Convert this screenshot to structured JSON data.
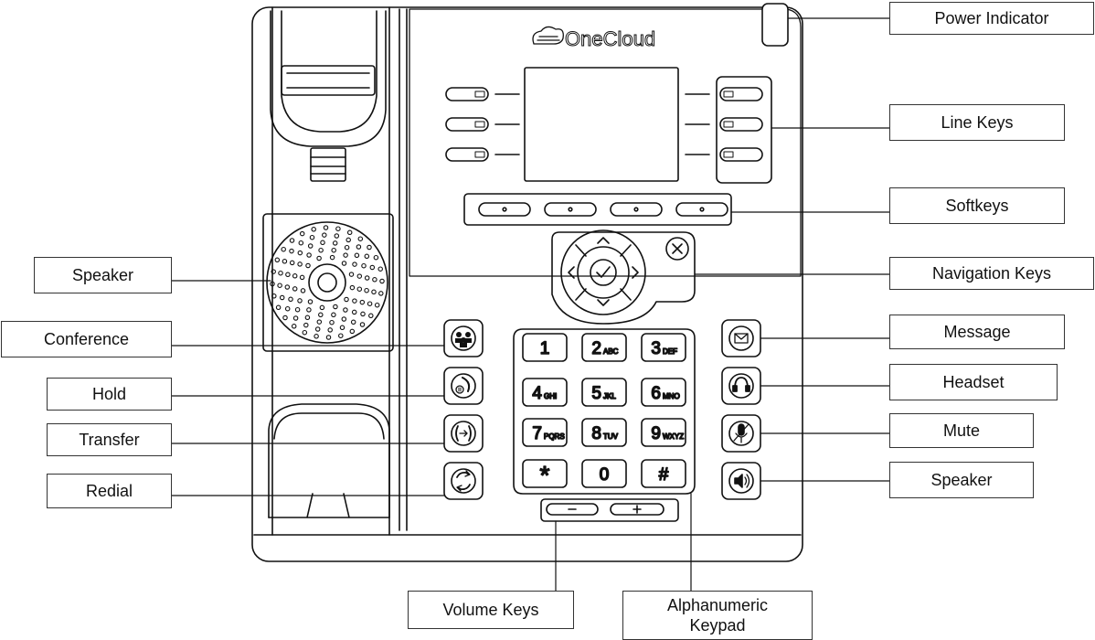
{
  "brand": {
    "logo_text": "OneCloud"
  },
  "callouts": {
    "power_indicator": "Power Indicator",
    "line_keys": "Line Keys",
    "softkeys": "Softkeys",
    "navigation_keys": "Navigation Keys",
    "message": "Message",
    "headset": "Headset",
    "mute": "Mute",
    "speaker_right": "Speaker",
    "speaker_left": "Speaker",
    "conference": "Conference",
    "hold": "Hold",
    "transfer": "Transfer",
    "redial": "Redial",
    "volume_keys": "Volume Keys",
    "alphanumeric_keypad": "Alphanumeric\nKeypad"
  },
  "keypad": {
    "keys": [
      {
        "digit": "1",
        "letters": ""
      },
      {
        "digit": "2",
        "letters": "ABC"
      },
      {
        "digit": "3",
        "letters": "DEF"
      },
      {
        "digit": "4",
        "letters": "GHI"
      },
      {
        "digit": "5",
        "letters": "JKL"
      },
      {
        "digit": "6",
        "letters": "MNO"
      },
      {
        "digit": "7",
        "letters": "PQRS"
      },
      {
        "digit": "8",
        "letters": "TUV"
      },
      {
        "digit": "9",
        "letters": "WXYZ"
      },
      {
        "digit": "*",
        "letters": ""
      },
      {
        "digit": "0",
        "letters": ""
      },
      {
        "digit": "#",
        "letters": ""
      }
    ]
  },
  "volume": {
    "minus_label": "−",
    "plus_label": "+"
  },
  "icons": {
    "conference": "conference-icon",
    "hold": "hold-icon",
    "transfer": "transfer-icon",
    "redial": "redial-icon",
    "message": "envelope-icon",
    "headset": "headset-icon",
    "mute": "mute-microphone-icon",
    "speaker": "speaker-volume-icon",
    "ok": "ok-check-icon",
    "cancel": "cancel-x-icon"
  }
}
